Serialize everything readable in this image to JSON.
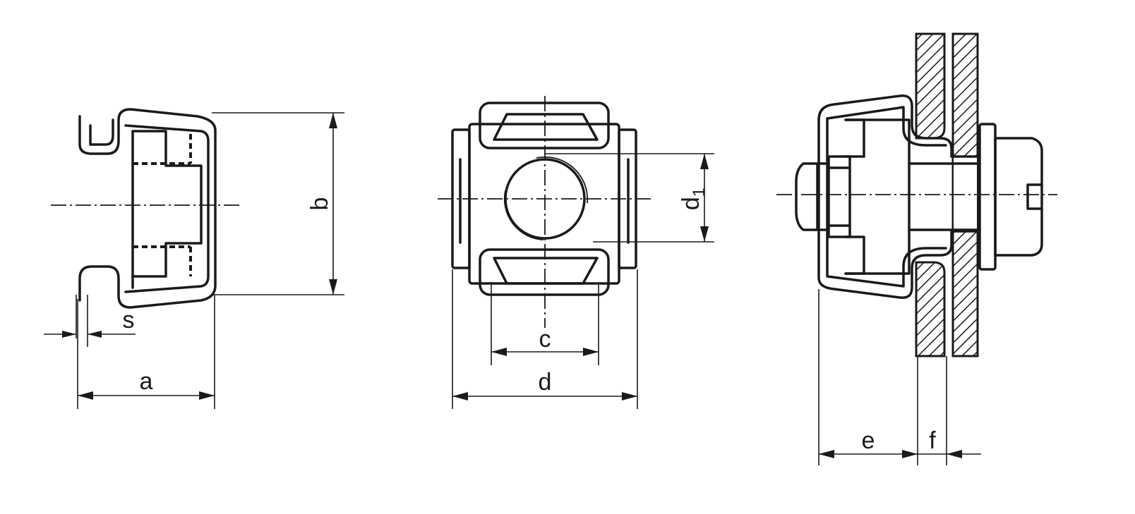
{
  "labels": {
    "s": "s",
    "a": "a",
    "b": "b",
    "c": "c",
    "d": "d",
    "d1_main": "d",
    "d1_sub": "1",
    "e": "e",
    "f": "f"
  },
  "colors": {
    "line": "#1a1a1a",
    "background": "#ffffff"
  }
}
